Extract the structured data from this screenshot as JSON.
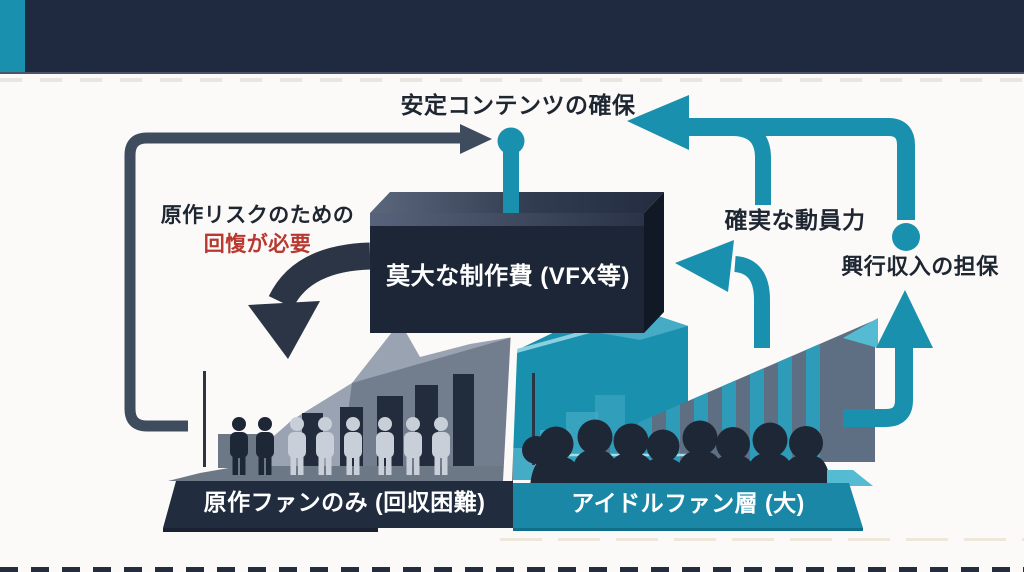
{
  "labels": {
    "stable_content": "安定コンテンツの確保",
    "risk_line1": "原作リスクのための",
    "risk_line2": "回愎が必要",
    "production_cost": "莫大な制作費 (VFX等)",
    "mobilization": "確実な動員力",
    "box_office": "興行収入の担保",
    "left_band": "原作ファンのみ (回収困難)",
    "right_band": "アイドルファン層 (大)"
  },
  "colors": {
    "bg": "#fbfaf8",
    "teal": "#1a90af",
    "teal_band": "#1a87a6",
    "teal_light": "#54bbd3",
    "teal_step": "#46abc4",
    "teal_stripe": "#2e9cb8",
    "navy_header": "#1f2940",
    "navy_box": "#232c3d",
    "navy_band": "#212c3f",
    "navy_dark": "#242d3c",
    "slate_line": "#3f4c5e",
    "arrow_dark": "#2b3545",
    "red": "#b8392f",
    "mound_gray": "#99a3b2",
    "mound_shadow": "#727d8d",
    "figure_light": "#c9cfd9",
    "figure_dark": "#1e2736",
    "wedge_gray": "#5e6e83",
    "platform_gray": "#6d7887"
  }
}
